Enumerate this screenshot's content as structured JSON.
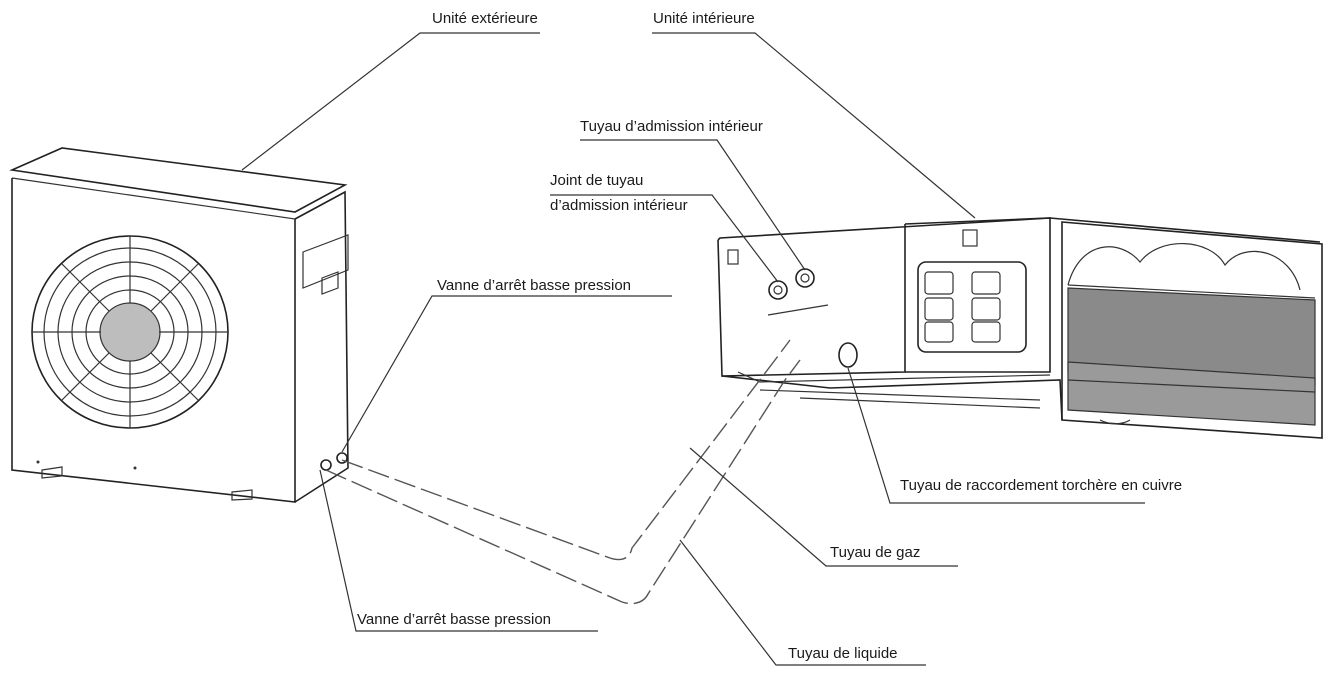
{
  "labels": {
    "outdoor_unit": "Unité extérieure",
    "indoor_unit": "Unité intérieure",
    "indoor_inlet_pipe": "Tuyau d’admission intérieur",
    "inlet_joint_line1": "Joint de tuyau",
    "inlet_joint_line2": "d’admission intérieur",
    "shutoff_valve_top": "Vanne d’arrêt basse pression",
    "flare_pipe": "Tuyau de raccordement torchère en cuivre",
    "gas_pipe": "Tuyau de gaz",
    "shutoff_valve_bottom": "Vanne d’arrêt basse pression",
    "liquid_pipe": "Tuyau de liquide"
  }
}
